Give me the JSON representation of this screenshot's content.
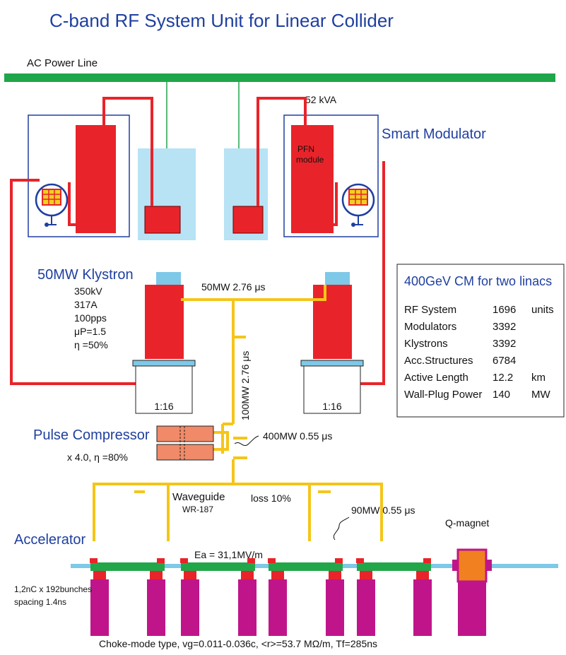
{
  "title": "C-band RF System Unit for Linear Collider",
  "ac_power_line": "AC Power Line",
  "kva": "52 kVA",
  "smart_modulator": "Smart Modulator",
  "pfn_module": [
    "PFN",
    "module"
  ],
  "klystron": {
    "title": "50MW Klystron",
    "specs": [
      "350kV",
      "317A",
      "100pps",
      "μP=1.5",
      "η =50%"
    ]
  },
  "pulse_labels": {
    "top": "50MW 2.76 μs",
    "vertical": "100MW 2.76 μs",
    "compressed": "400MW  0.55 μs",
    "branch": "90MW  0.55 μs"
  },
  "transformer_ratio": "1:16",
  "pulse_compressor": {
    "title": "Pulse Compressor",
    "spec": "x 4.0, η =80%"
  },
  "waveguide": {
    "name": "Waveguide",
    "type": "WR-187",
    "loss": "loss 10%"
  },
  "accelerator": {
    "title": "Accelerator",
    "field": "Ea = 31,1MV/m",
    "bunch_line1": "1,2nC x 192bunches",
    "bunch_line2": "spacing  1.4ns",
    "footer": "Choke-mode type, vg=0.011-0.036c, <r>=53.7 MΩ/m, Tf=285ns"
  },
  "q_magnet": "Q-magnet",
  "table": {
    "title": "400GeV CM for two linacs",
    "rows": [
      {
        "label": "RF System",
        "value": "1696",
        "unit": "units"
      },
      {
        "label": "Modulators",
        "value": "3392",
        "unit": ""
      },
      {
        "label": "Klystrons",
        "value": "3392",
        "unit": ""
      },
      {
        "label": "Acc.Structures",
        "value": "6784",
        "unit": ""
      },
      {
        "label": "Active Length",
        "value": "12.2",
        "unit": "km"
      },
      {
        "label": "Wall-Plug Power",
        "value": "140",
        "unit": "MW"
      }
    ]
  },
  "colors": {
    "title_blue": "#1f3fa0",
    "power_green": "#1fa64a",
    "red": "#e8242a",
    "waveguide_yellow": "#f5c518",
    "water_blue": "#b7e3f5",
    "beam_blue": "#7ec8e8",
    "structure_green": "#22a64a",
    "coupler_magenta": "#c0158a",
    "compressor_salmon": "#f08a68",
    "magnet_orange": "#f08020"
  }
}
